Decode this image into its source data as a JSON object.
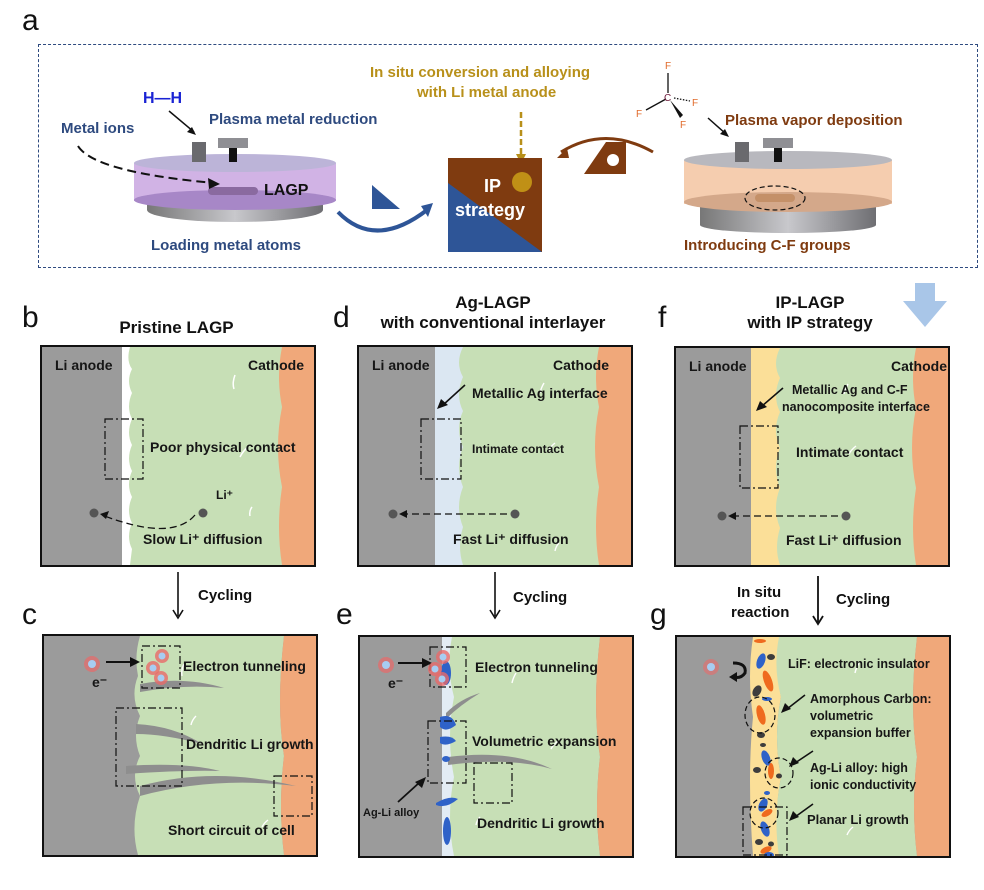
{
  "figure": {
    "panel_letters": [
      "a",
      "b",
      "c",
      "d",
      "e",
      "f",
      "g"
    ]
  },
  "panel_a": {
    "left_device": {
      "h2_label": "H—H",
      "metal_ions": "Metal ions",
      "plasma_reduction": "Plasma metal reduction",
      "lagp": "LAGP",
      "loading_atoms": "Loading metal atoms"
    },
    "center": {
      "conversion_line1": "In situ conversion and alloying",
      "conversion_line2": "with Li metal anode",
      "ip_line1": "IP",
      "ip_line2": "strategy"
    },
    "right_device": {
      "molecule": {
        "center": "C",
        "f": "F"
      },
      "plasma_vapor": "Plasma vapor deposition",
      "cf_groups": "Introducing C-F groups"
    },
    "colors": {
      "blue": "#2e5597",
      "brown": "#7f3b10",
      "gold": "#b8901a",
      "purple_plasma": "#c7a6dc",
      "orange_plasma": "#f4c8a6"
    }
  },
  "panels": {
    "b": {
      "title": "Pristine LAGP",
      "anode": "Li anode",
      "cathode": "Cathode",
      "contact": "Poor physical contact",
      "ion": "Li⁺",
      "diffusion": "Slow Li⁺ diffusion"
    },
    "d": {
      "title_line1": "Ag-LAGP",
      "title_line2": "with conventional interlayer",
      "anode": "Li anode",
      "cathode": "Cathode",
      "interface": "Metallic Ag interface",
      "contact": "Intimate contact",
      "diffusion": "Fast Li⁺ diffusion"
    },
    "f": {
      "title_line1": "IP-LAGP",
      "title_line2": "with IP strategy",
      "anode": "Li anode",
      "cathode": "Cathode",
      "interface_line1": "Metallic Ag and C-F",
      "interface_line2": "nanocomposite interface",
      "contact": "Intimate contact",
      "diffusion": "Fast Li⁺ diffusion"
    },
    "c": {
      "cycling": "Cycling",
      "electron": "e⁻",
      "tunneling": "Electron tunneling",
      "dendrite": "Dendritic Li growth",
      "short": "Short circuit of cell"
    },
    "e": {
      "cycling": "Cycling",
      "electron": "e⁻",
      "tunneling": "Electron tunneling",
      "expansion": "Volumetric expansion",
      "alloy": "Ag-Li alloy",
      "dendrite": "Dendritic Li growth"
    },
    "g": {
      "reaction_line1": "In situ",
      "reaction_line2": "reaction",
      "cycling": "Cycling",
      "lif": "LiF: electronic insulator",
      "carbon_line1": "Amorphous Carbon:",
      "carbon_line2": "volumetric",
      "carbon_line3": "expansion buffer",
      "alloy_line1": "Ag-Li alloy: high",
      "alloy_line2": "ionic conductivity",
      "planar": "Planar Li growth"
    }
  },
  "colors": {
    "anode_gray": "#9b9b9b",
    "electrolyte_green": "#c7dfb6",
    "cathode_orange": "#f0a87a",
    "ag_interlayer": "#dbe7f2",
    "ip_interlayer": "#fbdf98",
    "alloy_blue": "#2f62c8",
    "lif_orange": "#ef6a1e",
    "carbon_dark": "#3d3d3d",
    "transition_arrow": "#a9c6e8"
  }
}
